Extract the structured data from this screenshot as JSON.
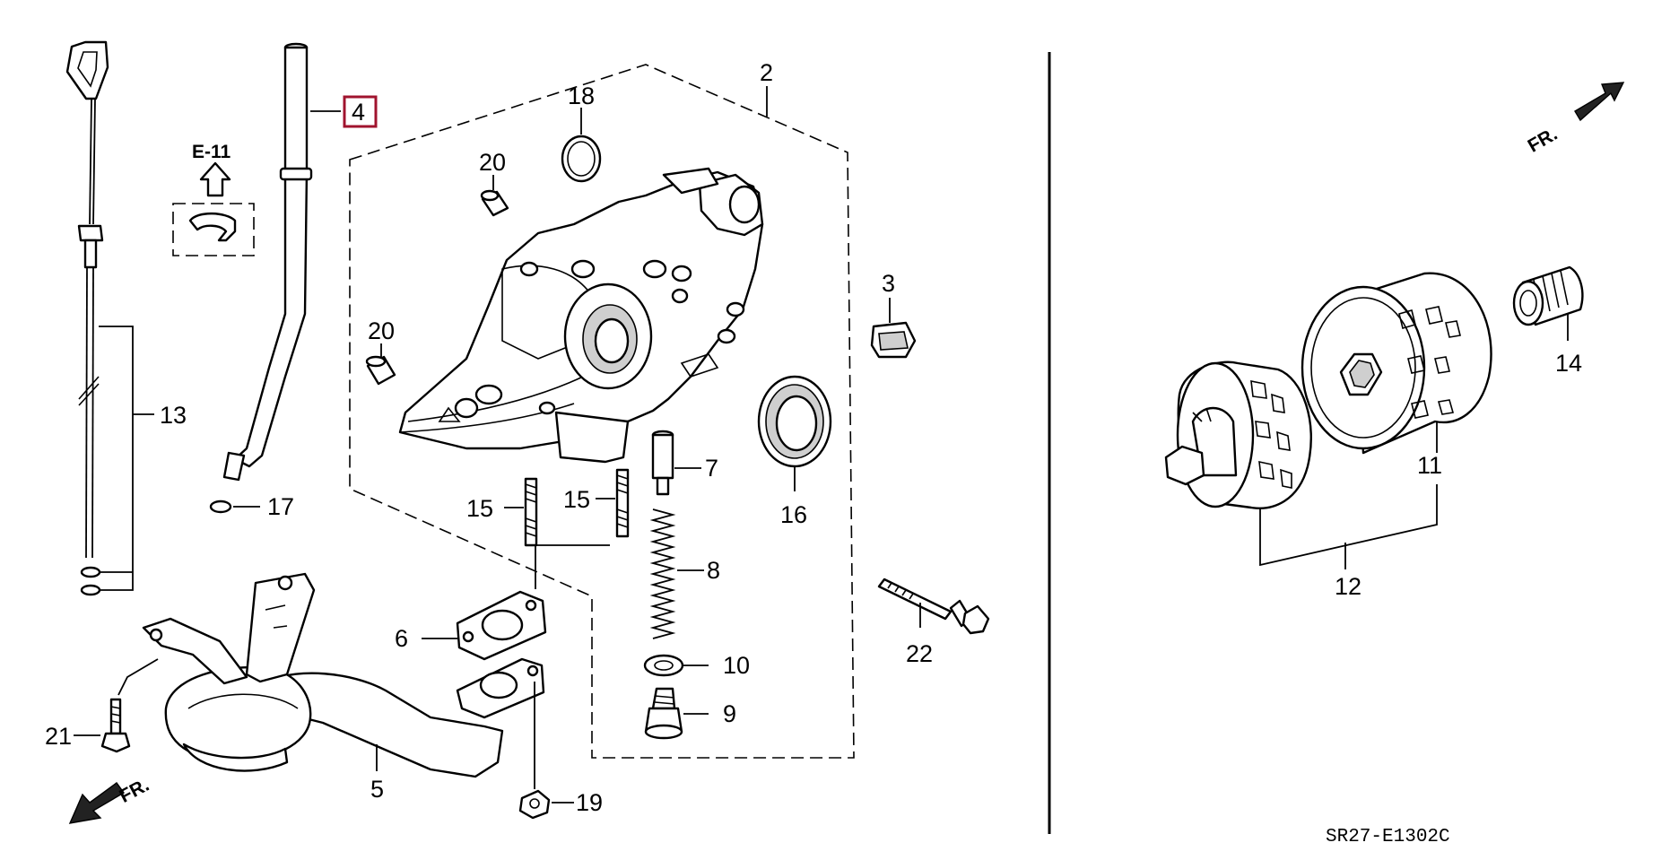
{
  "diagram": {
    "labels": [
      "2",
      "3",
      "4",
      "5",
      "6",
      "7",
      "8",
      "9",
      "10",
      "11",
      "12",
      "13",
      "14",
      "15",
      "15",
      "16",
      "17",
      "18",
      "19",
      "20",
      "20",
      "21",
      "22"
    ],
    "highlight_color": "#a0132e",
    "reference": "E-11",
    "direction_marker": "FR.",
    "diagram_code": "SR27-E1302C"
  }
}
